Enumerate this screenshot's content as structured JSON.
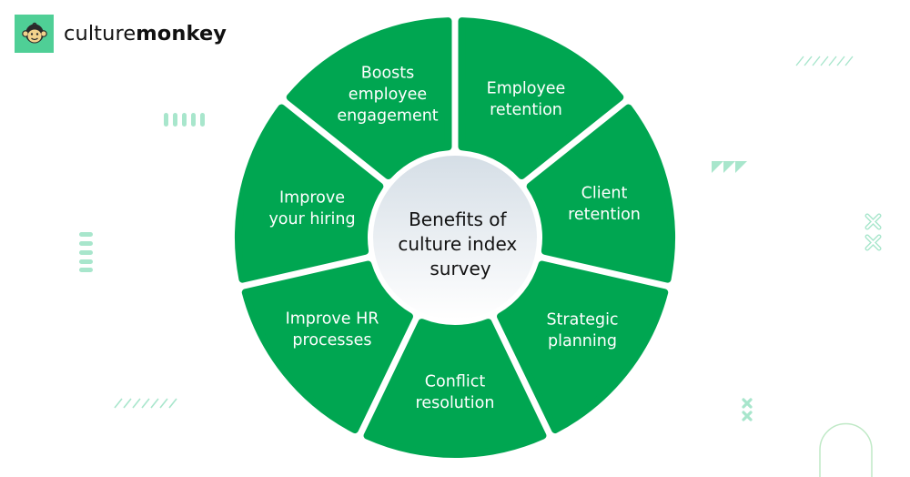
{
  "brand": {
    "name_light": "culture",
    "name_bold": "monkey",
    "badge_color": "#4fcf96"
  },
  "diagram": {
    "center_title_lines": [
      "Benefits of",
      "culture index",
      "survey"
    ],
    "segment_color": "#00a651",
    "center_fill_top": "#d5dee6",
    "center_fill_bottom": "#ffffff",
    "segments": [
      {
        "id": "employee-retention",
        "lines": [
          "Employee",
          "retention"
        ]
      },
      {
        "id": "client-retention",
        "lines": [
          "Client",
          "retention"
        ]
      },
      {
        "id": "strategic-planning",
        "lines": [
          "Strategic",
          "planning"
        ]
      },
      {
        "id": "conflict-resolution",
        "lines": [
          "Conflict",
          "resolution"
        ]
      },
      {
        "id": "improve-hr-processes",
        "lines": [
          "Improve HR",
          "processes"
        ]
      },
      {
        "id": "improve-your-hiring",
        "lines": [
          "Improve",
          "your hiring"
        ]
      },
      {
        "id": "boosts-employee-engagement",
        "lines": [
          "Boosts",
          "employee",
          "engagement"
        ]
      }
    ]
  },
  "decorations": {
    "accent_color": "#a8e6cc"
  }
}
